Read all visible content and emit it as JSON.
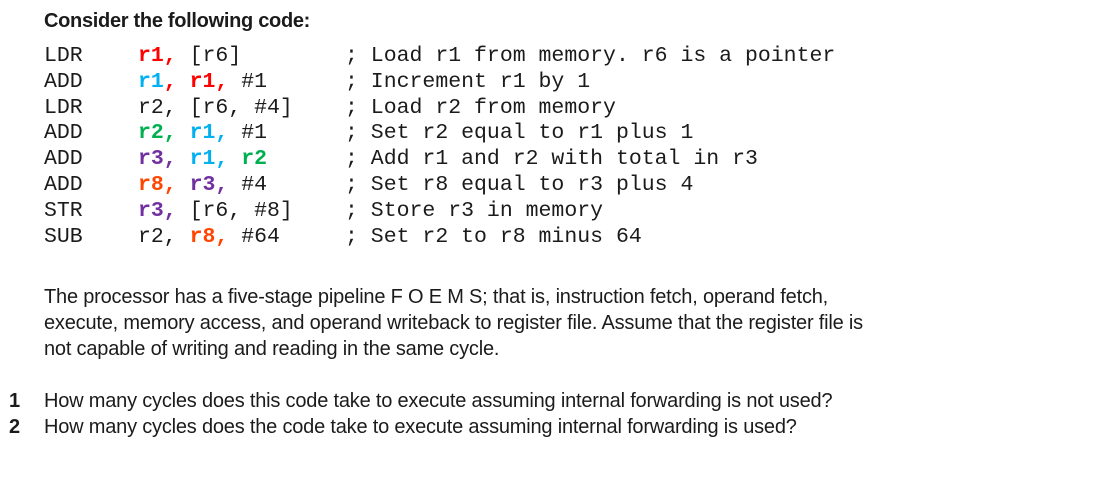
{
  "title": "Consider the following code:",
  "colors": {
    "red": "#FF0000",
    "cyan": "#00B0F0",
    "green": "#00B050",
    "purple": "#7030A0",
    "orange": "#FF4500",
    "black": "#1b1b1b"
  },
  "code": {
    "lines": [
      {
        "opcode": "LDR",
        "operands": [
          {
            "text": "r1,",
            "color": "red",
            "bold": true
          },
          {
            "text": " [r6]",
            "color": "black",
            "bold": false
          }
        ],
        "comment": "; Load r1 from memory. r6 is a pointer"
      },
      {
        "opcode": "ADD",
        "operands": [
          {
            "text": "r1",
            "color": "cyan",
            "bold": true
          },
          {
            "text": ",",
            "color": "red",
            "bold": true
          },
          {
            "text": " r1,",
            "color": "red",
            "bold": true
          },
          {
            "text": " #1",
            "color": "black",
            "bold": false
          }
        ],
        "comment": "; Increment r1 by 1"
      },
      {
        "opcode": "LDR",
        "operands": [
          {
            "text": "r2, [r6, #4]",
            "color": "black",
            "bold": false
          }
        ],
        "comment": "; Load r2 from memory"
      },
      {
        "opcode": "ADD",
        "operands": [
          {
            "text": "r2,",
            "color": "green",
            "bold": true
          },
          {
            "text": " r1,",
            "color": "cyan",
            "bold": true
          },
          {
            "text": " #1",
            "color": "black",
            "bold": false
          }
        ],
        "comment": "; Set r2 equal to r1 plus 1"
      },
      {
        "opcode": "ADD",
        "operands": [
          {
            "text": "r3,",
            "color": "purple",
            "bold": true
          },
          {
            "text": " r1,",
            "color": "cyan",
            "bold": true
          },
          {
            "text": " r2",
            "color": "green",
            "bold": true
          }
        ],
        "comment": "; Add r1 and r2 with total in r3"
      },
      {
        "opcode": "ADD",
        "operands": [
          {
            "text": "r8,",
            "color": "orange",
            "bold": true
          },
          {
            "text": " r3,",
            "color": "purple",
            "bold": true
          },
          {
            "text": " #4",
            "color": "black",
            "bold": false
          }
        ],
        "comment": "; Set r8 equal to r3 plus 4"
      },
      {
        "opcode": "STR",
        "operands": [
          {
            "text": "r3,",
            "color": "purple",
            "bold": true
          },
          {
            "text": " [r6, #8]",
            "color": "black",
            "bold": false
          }
        ],
        "comment": "; Store r3 in memory"
      },
      {
        "opcode": "SUB",
        "operands": [
          {
            "text": "r2,",
            "color": "black",
            "bold": false
          },
          {
            "text": " r8,",
            "color": "orange",
            "bold": true
          },
          {
            "text": " #64",
            "color": "black",
            "bold": false
          }
        ],
        "comment": "; Set r2 to r8 minus 64"
      }
    ]
  },
  "pipeline_paragraph": {
    "full_text": "The processor has a five-stage pipeline F O E M S; that is, instruction fetch, operand fetch, execute, memory access, and operand writeback to register file. Assume that the register file is not capable of writing and reading in the same cycle.",
    "lines": [
      "The processor has a five-stage pipeline F O E M S; that is, instruction fetch, operand fetch,",
      "execute, memory access, and operand writeback to register file. Assume that the register file is",
      "not capable of writing and reading in the same cycle."
    ]
  },
  "questions": [
    {
      "number": "1",
      "text": "How many cycles does this code take to execute assuming internal forwarding is not used?"
    },
    {
      "number": "2",
      "text": "How many cycles does the code take to execute assuming internal forwarding is used?"
    }
  ]
}
